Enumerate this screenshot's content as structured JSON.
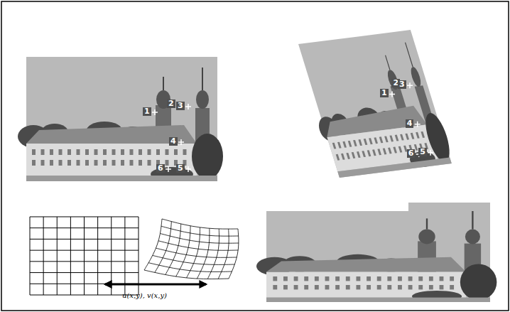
{
  "diagram": {
    "labels": [
      "1",
      "2",
      "3",
      "4",
      "5",
      "6",
      "1",
      "2",
      "3",
      "4",
      "5",
      "6",
      "u(x,y), v(x,y)"
    ]
  }
}
